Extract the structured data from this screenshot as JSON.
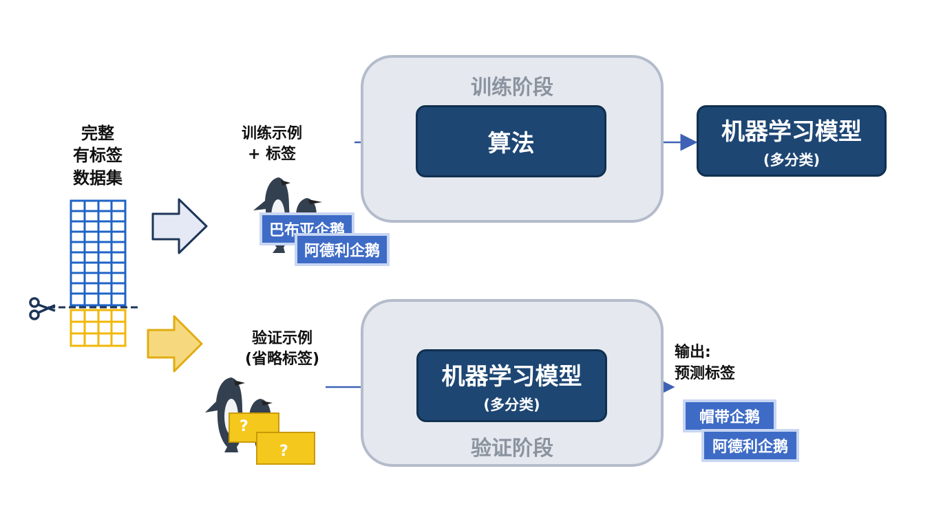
{
  "dataset": {
    "label_line1": "完整",
    "label_line2": "有标签",
    "label_line3": "数据集"
  },
  "training": {
    "input_line1": "训练示例",
    "input_line2": "+ 标签",
    "stage_title": "训练阶段",
    "algorithm_label": "算法",
    "tags": [
      "巴布亚企鹅",
      "阿德利企鹅"
    ],
    "output_model_title": "机器学习模型",
    "output_model_sub": "(多分类)"
  },
  "validation": {
    "input_line1": "验证示例",
    "input_line2": "(省略标签)",
    "stage_title": "验证阶段",
    "model_title": "机器学习模型",
    "model_sub": "(多分类)",
    "unknown_mark": "?",
    "output_line1": "输出:",
    "output_line2": "预测标签",
    "predicted_tags": [
      "帽带企鹅",
      "阿德利企鹅"
    ]
  },
  "colors": {
    "navy": "#1d4673",
    "stage_bg": "#e5e8ee",
    "training_blue": "#1e63c6",
    "validation_yellow": "#f4c81d",
    "tag_blue": "#3e6bc6"
  }
}
